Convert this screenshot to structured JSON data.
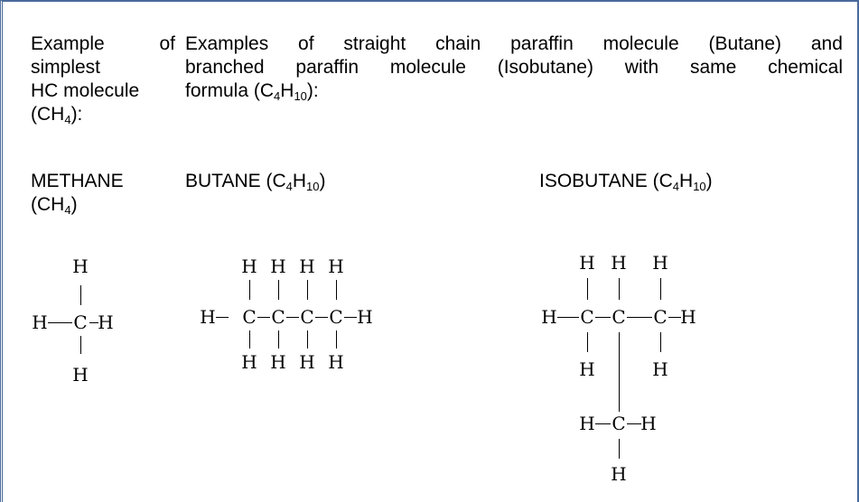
{
  "intro_left": {
    "line1_word1": "Example",
    "line1_word2": "of",
    "line2": "simplest",
    "line3": "HC molecule",
    "line4_pre": "(CH",
    "line4_sub": "4",
    "line4_post": "):"
  },
  "intro_right": {
    "line1_words": [
      "Examples",
      "of",
      "straight",
      "chain",
      "paraffin",
      "molecule",
      "(Butane)",
      "and"
    ],
    "line2_words": [
      "branched",
      "paraffin",
      "molecule",
      "(Isobutane)",
      "with",
      "same",
      "chemical"
    ],
    "line3_pre": "formula (C",
    "line3_sub1": "4",
    "line3_mid": "H",
    "line3_sub2": "10",
    "line3_post": "):"
  },
  "methane": {
    "name": "METHANE",
    "formula_pre": "(CH",
    "formula_sub": "4",
    "formula_post": ")"
  },
  "butane": {
    "label_pre": "BUTANE (C",
    "label_sub1": "4",
    "label_mid": "H",
    "label_sub2": "10",
    "label_post": ")"
  },
  "isobutane": {
    "label_pre": "ISOBUTANE (C",
    "label_sub1": "4",
    "label_mid": "H",
    "label_sub2": "10",
    "label_post": ")"
  },
  "atoms": {
    "hydrogen": "H",
    "carbon": "C"
  }
}
